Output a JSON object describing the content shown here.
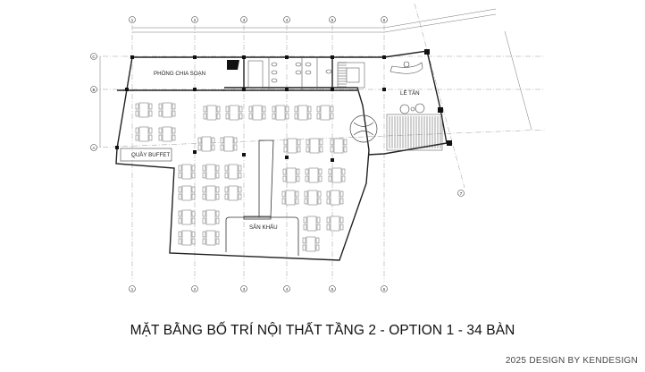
{
  "plan": {
    "grid_columns": [
      "1",
      "2",
      "3",
      "4",
      "5",
      "6",
      "7"
    ],
    "grid_rows": [
      "C",
      "B",
      "A"
    ],
    "rooms": {
      "prep_room": "PHÒNG CHIA SOẠN",
      "reception": "LỄ TÂN",
      "buffet": "QUẦY BUFFET",
      "stage": "SÂN KHẤU"
    },
    "line_color": "#222222",
    "grid_color": "#888888"
  },
  "title": "MẶT BẰNG BỐ TRÍ NỘI THẤT TẦNG 2 - OPTION 1 - 34 BÀN",
  "footer": "2025 DESIGN BY KENDESIGN"
}
